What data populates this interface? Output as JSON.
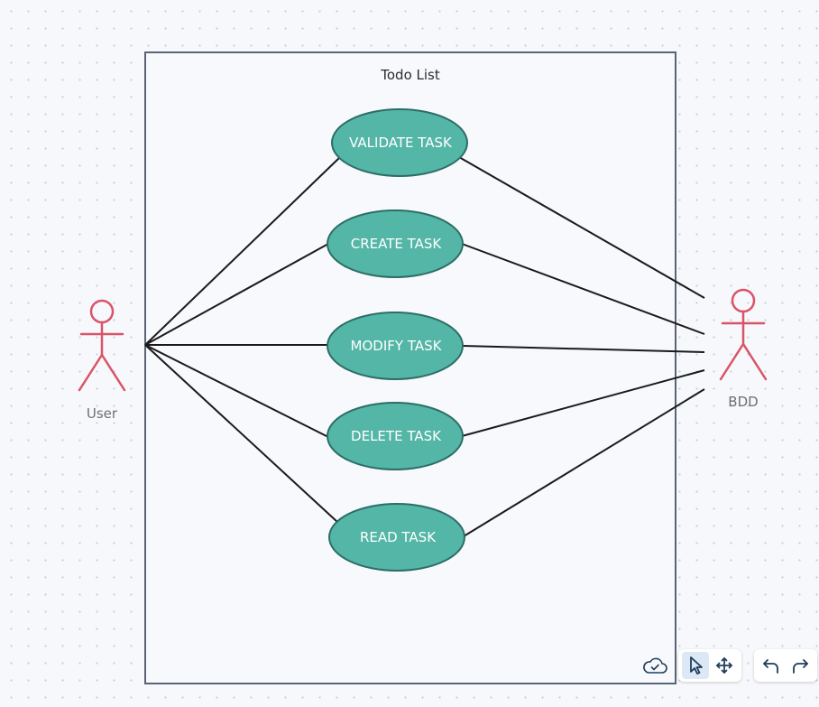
{
  "diagram": {
    "system": {
      "title": "Todo List"
    },
    "use_cases": [
      {
        "id": "validate",
        "label": "VALIDATE TASK"
      },
      {
        "id": "create",
        "label": "CREATE TASK"
      },
      {
        "id": "modify",
        "label": "MODIFY TASK"
      },
      {
        "id": "delete",
        "label": "DELETE TASK"
      },
      {
        "id": "read",
        "label": "READ TASK"
      }
    ],
    "actors": {
      "user": {
        "label": "User"
      },
      "bdd": {
        "label": "BDD"
      }
    }
  },
  "toolbar": {
    "status_icon": "cloud-saved-icon",
    "tools": [
      {
        "name": "select-tool",
        "icon": "pointer-icon",
        "active": true
      },
      {
        "name": "pan-tool",
        "icon": "move-icon",
        "active": false
      }
    ],
    "history": [
      {
        "name": "undo-button",
        "icon": "undo-icon"
      },
      {
        "name": "redo-button",
        "icon": "redo-icon"
      }
    ]
  },
  "colors": {
    "usecase_fill": "#54b6a6",
    "usecase_stroke": "#2c6e67",
    "actor_stroke": "#d95468",
    "system_border": "#5a6378",
    "system_fill": "#f8f9fc",
    "connector": "#1a1a1a",
    "toolbar_icon": "#1f3d5a"
  }
}
